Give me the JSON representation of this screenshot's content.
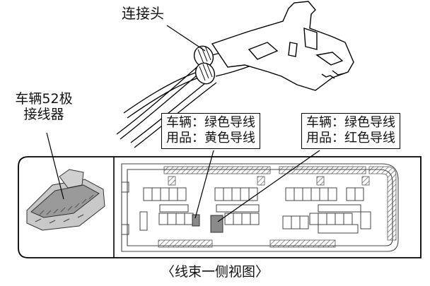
{
  "labels": {
    "connector_head": "连接头",
    "vehicle_connector_line1": "车辆52极",
    "vehicle_connector_line2": "接线器"
  },
  "callouts": {
    "left": {
      "vehicle": "车辆：绿色导线",
      "accessory": "用品：黄色导线"
    },
    "right": {
      "vehicle": "车辆：绿色导线",
      "accessory": "用品：红色导线"
    }
  },
  "caption": "〈线束一侧视图〉",
  "colors": {
    "line": "#000000",
    "hatch": "#555555",
    "highlight_pin": "#8a8a8a",
    "face": "#ffffff"
  }
}
